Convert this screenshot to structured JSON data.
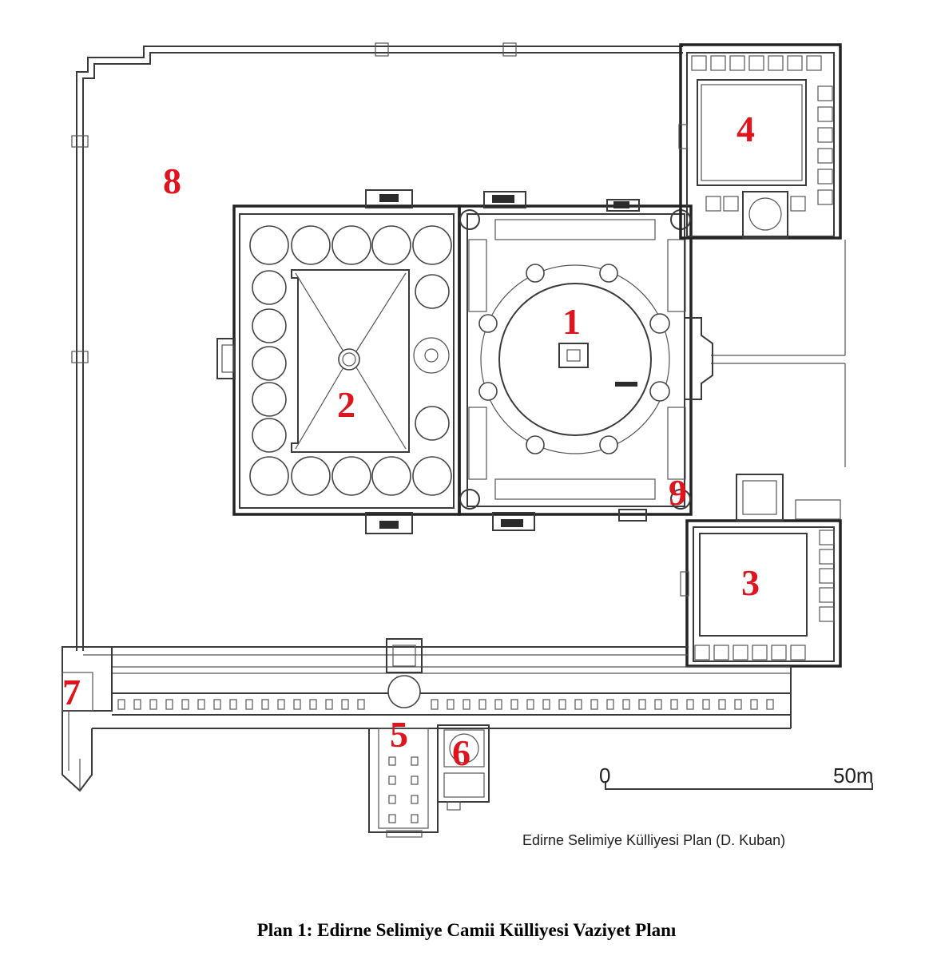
{
  "plan": {
    "labels": {
      "l1": "1",
      "l2": "2",
      "l3": "3",
      "l4": "4",
      "l5": "5",
      "l6": "6",
      "l7": "7",
      "l8": "8",
      "l9": "9"
    },
    "label_color": "#e0141c",
    "scale": {
      "start": "0",
      "end": "50m"
    },
    "credit": "Edirne Selimiye Külliyesi Plan (D. Kuban)"
  },
  "caption": "Plan 1: Edirne Selimiye Camii Külliyesi Vaziyet Planı"
}
